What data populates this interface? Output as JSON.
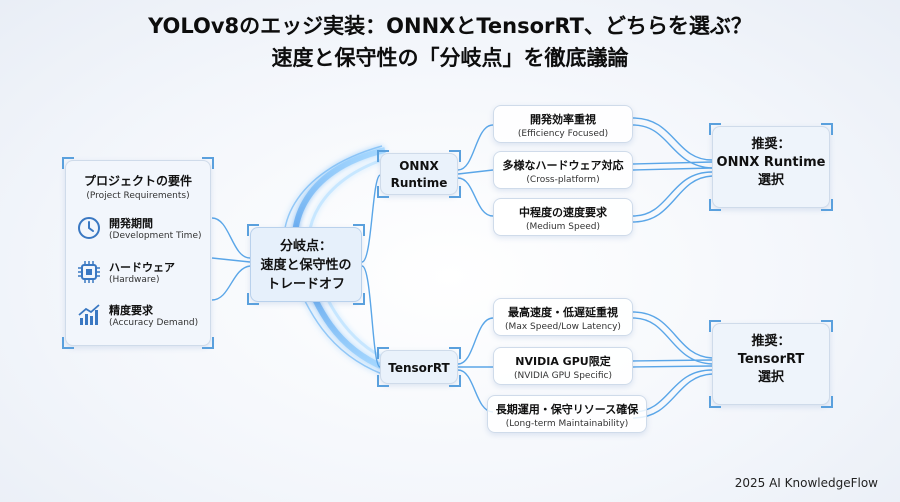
{
  "title": {
    "line1": "YOLOv8のエッジ実装：ONNXとTensorRT、どちらを選ぶ？",
    "line2": "速度と保守性の「分岐点」を徹底議論"
  },
  "requirements": {
    "title": "プロジェクトの要件",
    "subtitle": "(Project Requirements)",
    "items": [
      {
        "label": "開発期間",
        "sub": "(Development Time)",
        "icon": "clock-icon"
      },
      {
        "label": "ハードウェア",
        "sub": "(Hardware)",
        "icon": "chip-icon"
      },
      {
        "label": "精度要求",
        "sub": "(Accuracy Demand)",
        "icon": "chart-icon"
      }
    ]
  },
  "branch_point": {
    "line1": "分岐点：",
    "line2": "速度と保守性の",
    "line3": "トレードオフ"
  },
  "onnx": {
    "line1": "ONNX",
    "line2": "Runtime",
    "features": [
      {
        "label": "開発効率重視",
        "sub": "(Efficiency Focused)"
      },
      {
        "label": "多様なハードウェア対応",
        "sub": "(Cross-platform)"
      },
      {
        "label": "中程度の速度要求",
        "sub": "(Medium Speed)"
      }
    ],
    "recommend": {
      "line1": "推奨：",
      "line2": "ONNX Runtime",
      "line3": "選択"
    }
  },
  "tensorrt": {
    "label": "TensorRT",
    "features": [
      {
        "label": "最高速度・低遅延重視",
        "sub": "(Max Speed/Low Latency)"
      },
      {
        "label": "NVIDIA GPU限定",
        "sub": "(NVIDIA GPU Specific)"
      },
      {
        "label": "長期運用・保守リソース確保",
        "sub": "(Long-term Maintainability)"
      }
    ],
    "recommend": {
      "line1": "推奨：",
      "line2": "TensorRT",
      "line3": "選択"
    }
  },
  "footer": "2025 AI KnowledgeFlow",
  "colors": {
    "accent": "#4a9be0",
    "glow": "#7cc2ff"
  }
}
